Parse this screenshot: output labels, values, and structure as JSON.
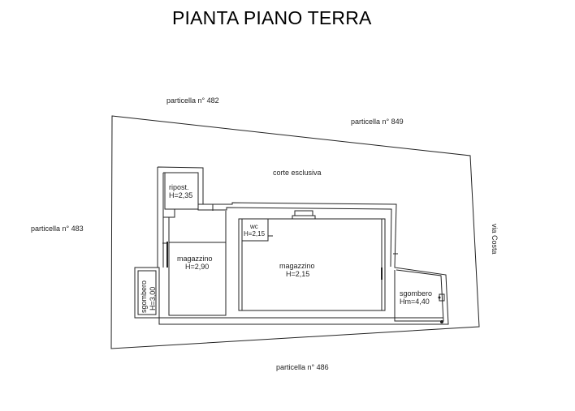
{
  "title": "PIANTA PIANO TERRA",
  "parcels": {
    "north_west": "particella n° 482",
    "north_east": "particella n° 849",
    "west": "particella n° 483",
    "south": "particella n° 486"
  },
  "street": "via Costa",
  "court": "corte esclusiva",
  "rooms": {
    "ripost": {
      "name": "ripost.",
      "height": "H=2,35"
    },
    "wc": {
      "name": "wc",
      "height": "H=2,15"
    },
    "magazzino_left": {
      "name": "magazzino",
      "height": "H=2,90"
    },
    "magazzino_main": {
      "name": "magazzino",
      "height": "H=2,15"
    },
    "sgombero_left": {
      "name": "sgombero",
      "height": "H=3,00"
    },
    "sgombero_right": {
      "name": "sgombero",
      "height": "Hm=4,40"
    }
  }
}
